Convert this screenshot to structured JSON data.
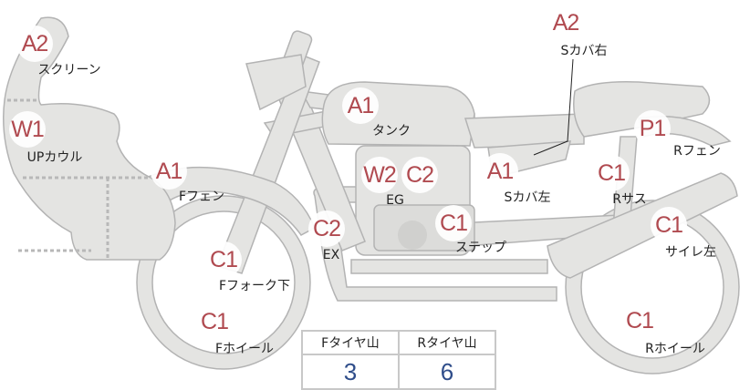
{
  "parts": [
    {
      "code": "A2",
      "label": "スクリーン"
    },
    {
      "code": "W1",
      "label": "UPカウル"
    },
    {
      "code": "A1",
      "label": "Fフェン"
    },
    {
      "code": "A1",
      "label": "タンク"
    },
    {
      "code": "W2",
      "label": "EG"
    },
    {
      "code": "C2",
      "label": ""
    },
    {
      "code": "C2",
      "label": "EX"
    },
    {
      "code": "C1",
      "label": "Fフォーク下"
    },
    {
      "code": "C1",
      "label": "Fホイール"
    },
    {
      "code": "C1",
      "label": "ステップ"
    },
    {
      "code": "A1",
      "label": "Sカバ左"
    },
    {
      "code": "A2",
      "label": "Sカバ右"
    },
    {
      "code": "P1",
      "label": "Rフェン"
    },
    {
      "code": "C1",
      "label": "Rサス"
    },
    {
      "code": "C1",
      "label": "サイレ左"
    },
    {
      "code": "C1",
      "label": "Rホイール"
    }
  ],
  "tire_table": {
    "headers": [
      "Fタイヤ山",
      "Rタイヤ山"
    ],
    "values": [
      "3",
      "6"
    ]
  },
  "colors": {
    "code": "#b04a50",
    "value": "#2f4d8a",
    "part_fill": "#e4e4e2",
    "part_stroke": "#b3b3b3"
  }
}
